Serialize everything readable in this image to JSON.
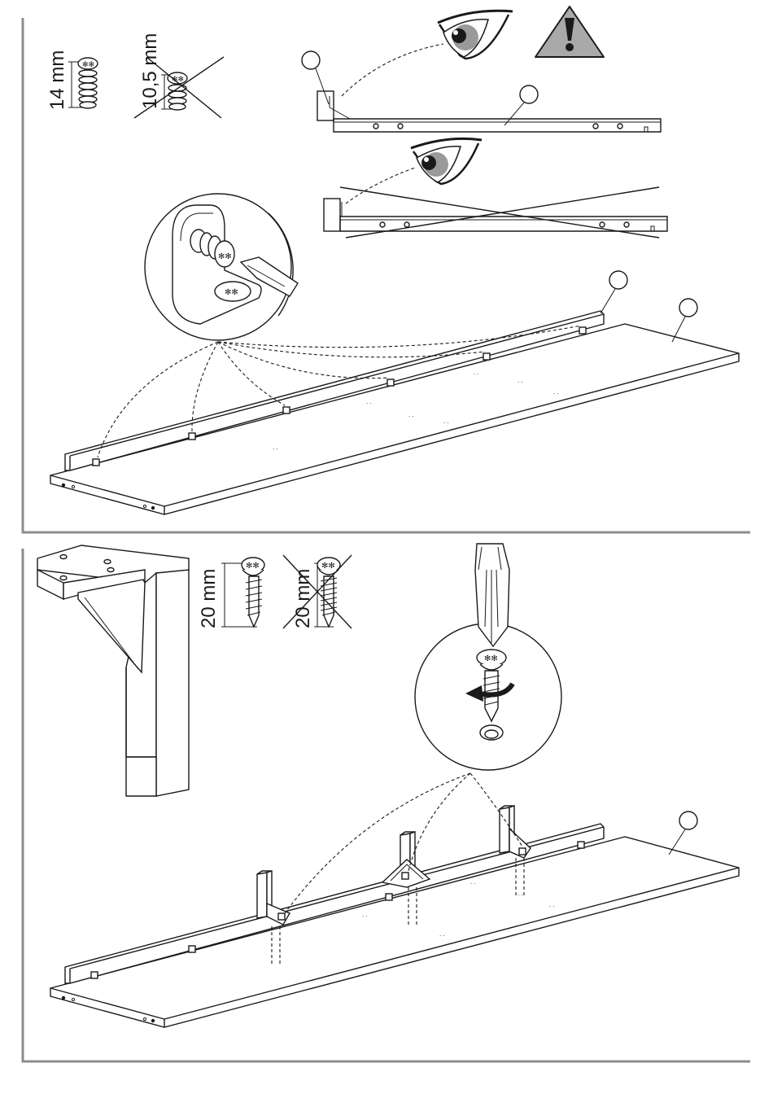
{
  "steps": [
    {
      "screw_ok": {
        "label": "14 mm"
      },
      "screw_bad": {
        "label": "10,5 mm"
      }
    },
    {
      "screw_ok": {
        "label": "20 mm"
      },
      "screw_bad": {
        "label": "20 mm"
      }
    }
  ],
  "icons": [
    "eye-icon",
    "warning-icon",
    "cross-out-icon",
    "screwdriver-icon",
    "rotate-arrow-icon"
  ],
  "colors": {
    "frame": "#8c8c8c",
    "line": "#1a1a1a",
    "eye_iris": "#9a9a9a",
    "warning_fill": "#a9a9a9"
  }
}
